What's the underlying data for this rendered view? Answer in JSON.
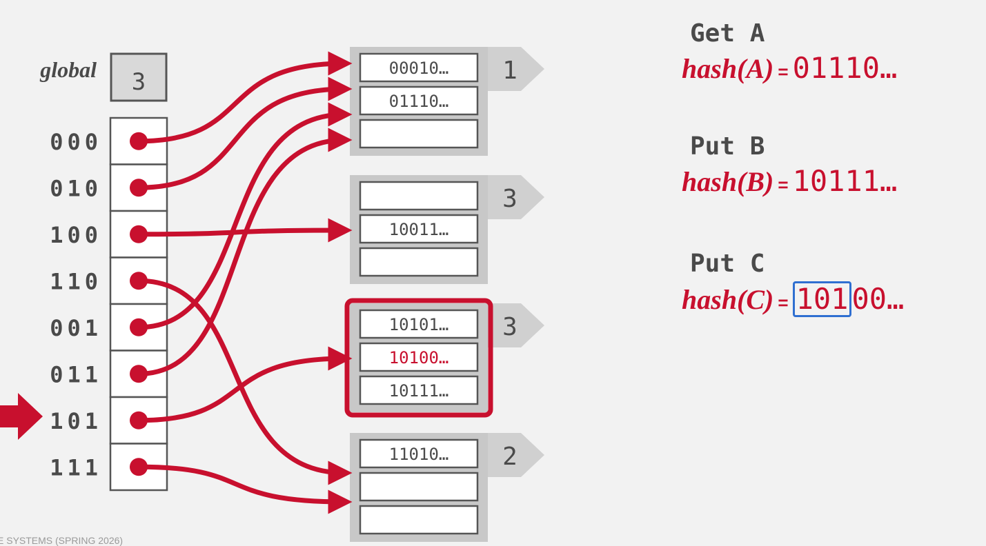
{
  "global_label": "global",
  "global_depth": "3",
  "directory": [
    {
      "label": "000",
      "target": 0
    },
    {
      "label": "010",
      "target": 0
    },
    {
      "label": "100",
      "target": 1
    },
    {
      "label": "110",
      "target": 3
    },
    {
      "label": "001",
      "target": 0
    },
    {
      "label": "011",
      "target": 0
    },
    {
      "label": "101",
      "target": 2
    },
    {
      "label": "111",
      "target": 3
    }
  ],
  "buckets": [
    {
      "local_depth": "1",
      "slots": [
        "00010…",
        "01110…",
        ""
      ],
      "highlighted": false
    },
    {
      "local_depth": "3",
      "slots": [
        "",
        "10011…",
        ""
      ],
      "highlighted": false
    },
    {
      "local_depth": "3",
      "slots": [
        "10101…",
        "10100…",
        "10111…"
      ],
      "highlighted": true,
      "new_slot": 1
    },
    {
      "local_depth": "2",
      "slots": [
        "11010…",
        "",
        ""
      ],
      "highlighted": false
    }
  ],
  "operations": [
    {
      "op": "Get A",
      "fn": "hash(A)",
      "eq": "=",
      "hash": "01110…"
    },
    {
      "op": "Put B",
      "fn": "hash(B)",
      "eq": "=",
      "hash": "10111…"
    },
    {
      "op": "Put C",
      "fn": "hash(C)",
      "eq": "=",
      "hash_boxed": "101",
      "hash_rest": "00…"
    }
  ],
  "footer": "E SYSTEMS (SPRING 2026)",
  "colors": {
    "accent": "#c8102e",
    "highlight_box": "#2f6fd1",
    "text": "#4a4a4a",
    "bucket_bg": "#c8c8c8",
    "background": "#f2f2f2"
  }
}
